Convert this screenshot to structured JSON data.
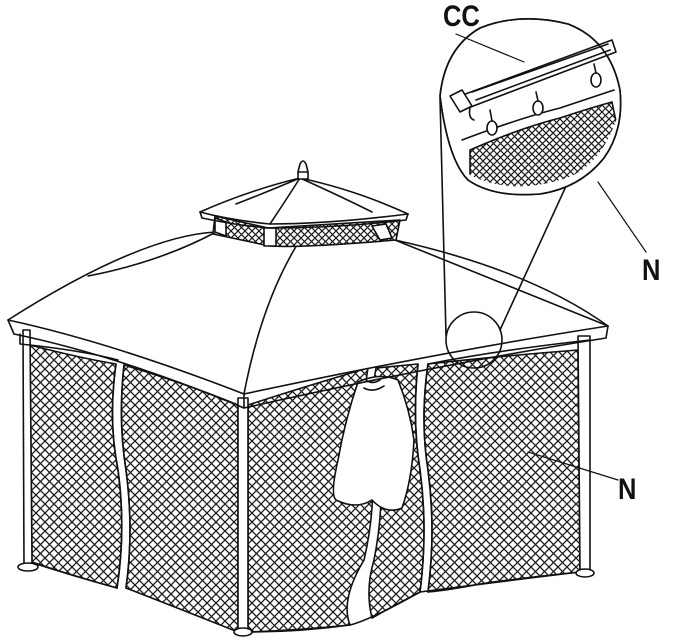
{
  "labels": {
    "cc": "CC",
    "n_top": "N",
    "n_side": "N"
  },
  "colors": {
    "line": "#111111",
    "background": "#ffffff"
  }
}
